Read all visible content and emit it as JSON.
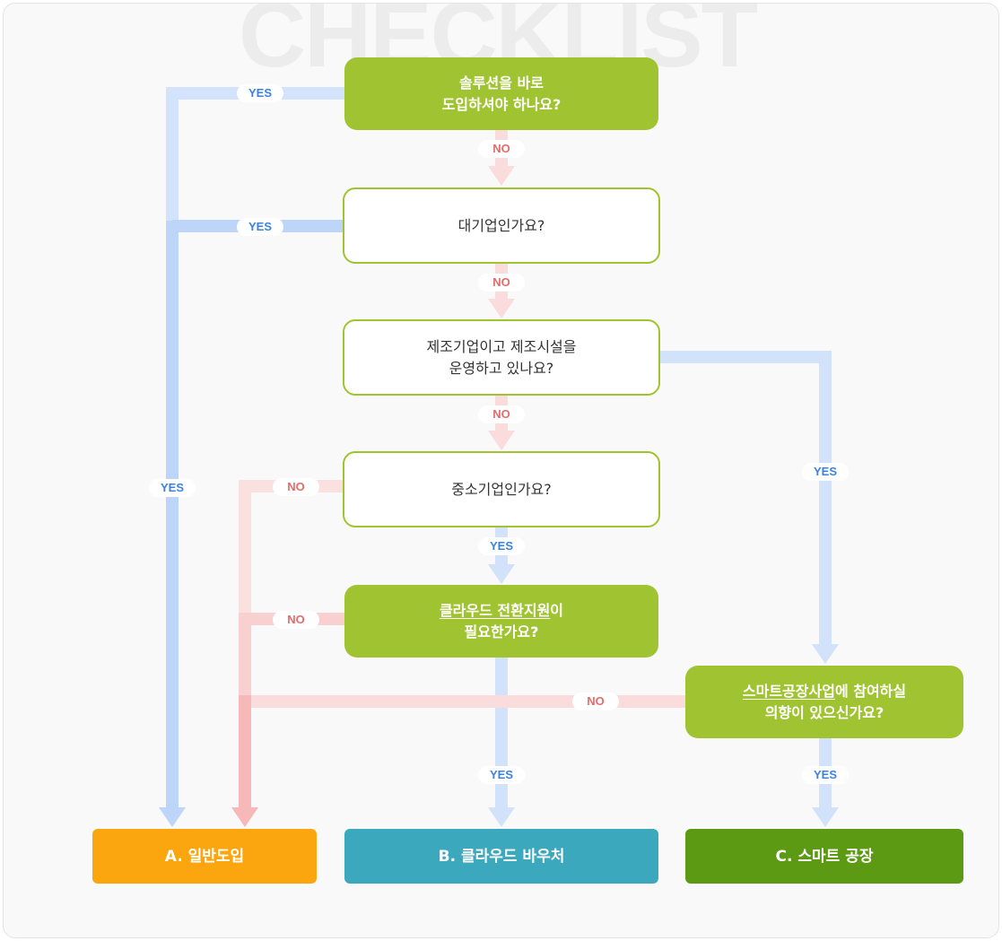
{
  "watermark": "CHECKLIST",
  "questions": {
    "q1": "솔루션을 바로\n도입하셔야 하나요?",
    "q2": "대기업인가요?",
    "q3": "제조기업이고 제조시설을\n운영하고 있나요?",
    "q4": "중소기업인가요?",
    "q5_underlined": "클라우드 전환지원",
    "q5_rest": "이\n필요한가요?",
    "q6_underlined": "스마트공장사업",
    "q6_rest": "에 참여하실\n의향이 있으신가요?"
  },
  "results": {
    "a": "A. 일반도입",
    "b": "B. 클라우드 바우처",
    "c": "C. 스마트 공장"
  },
  "labels": {
    "yes": "YES",
    "no": "NO"
  },
  "colors": {
    "yes_line": "#d2e2fb",
    "yes_line_strong": "#b9d3f8",
    "no_line": "#fadcdc",
    "no_line_strong": "#f6b8b8",
    "question_border": "#9fc42f",
    "highlight_fill": "#a0c431",
    "result_a": "#fba50f",
    "result_b": "#3ba8bd",
    "result_c": "#5c9a13"
  }
}
